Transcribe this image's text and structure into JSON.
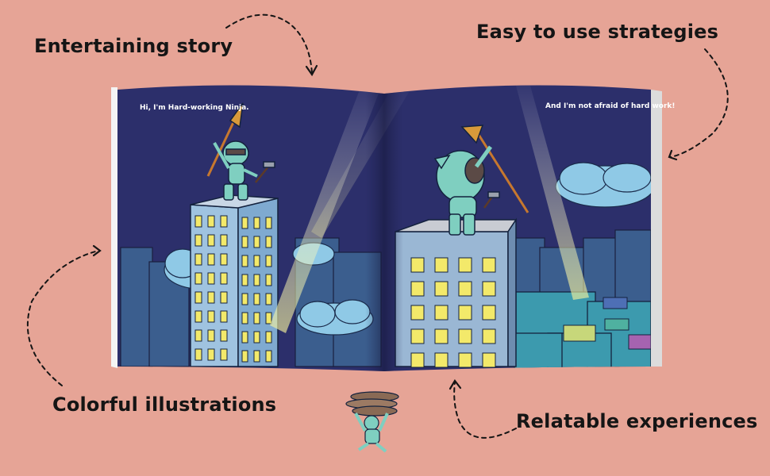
{
  "labels": {
    "entertaining": "Entertaining story",
    "strategies": "Easy to use strategies",
    "colorful": "Colorful illustrations",
    "relatable": "Relatable experiences"
  },
  "book": {
    "left_page_text": "Hi, I'm Hard-working Ninja.",
    "right_page_text": "And I'm not afraid of hard work!"
  },
  "colors": {
    "background": "#E6A496",
    "night_sky": "#2C2F6B",
    "ninja": "#7FCFC0",
    "building": "#9FC3E0",
    "window": "#F3E96A",
    "cloud": "#8FC9E6"
  },
  "icons": [
    "dashed-arrow-icon",
    "ninja-character-icon",
    "broom-icon",
    "hammer-icon",
    "cloud-icon",
    "spotlight-icon"
  ]
}
